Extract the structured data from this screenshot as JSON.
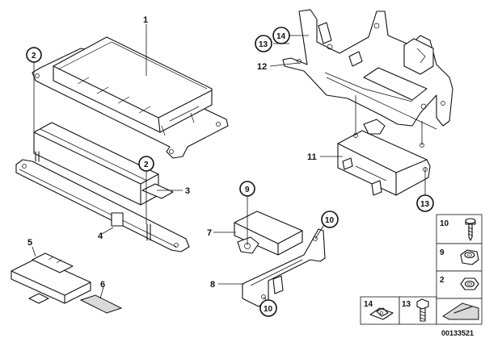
{
  "callouts": {
    "c1": "1",
    "c2a": "2",
    "c2b": "2",
    "c3": "3",
    "c4": "4",
    "c5": "5",
    "c6": "6",
    "c7": "7",
    "c8": "8",
    "c9": "9",
    "c10": "10",
    "c10b": "10",
    "c11": "11",
    "c12": "12",
    "c13a": "13",
    "c13b": "13",
    "c14": "14"
  },
  "legend": {
    "l10": "10",
    "l9": "9",
    "l2": "2",
    "l14": "14",
    "l13": "13"
  },
  "diagram_id": "00133521"
}
